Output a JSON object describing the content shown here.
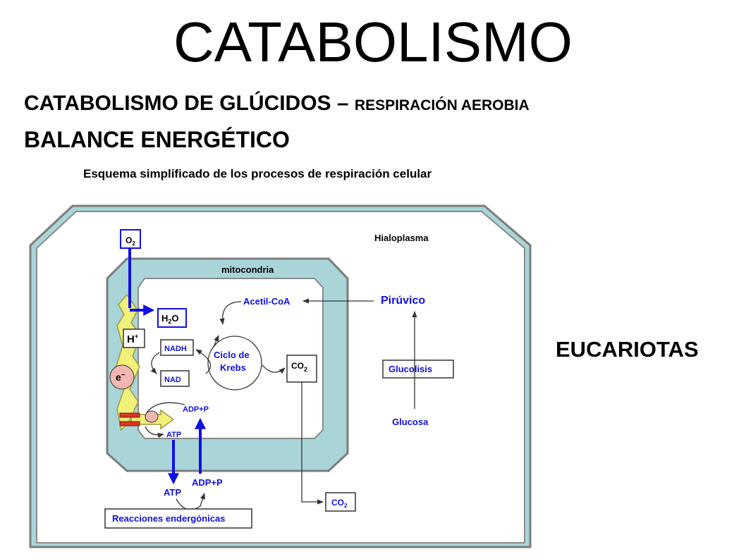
{
  "title": "CATABOLISMO",
  "subtitle": {
    "main": "CATABOLISMO DE GLÚCIDOS – ",
    "small": "RESPIRACIÓN AEROBIA"
  },
  "subtitle2": "BALANCE ENERGÉTICO",
  "side_label": "EUCARIOTAS",
  "diagram": {
    "caption": "Esquema simplificado de los procesos de respiración celular",
    "hialoplasma": "Hialoplasma",
    "mitocondria": "mitocondria",
    "o2_base": "O",
    "o2_sub": "2",
    "h2o_a": "H",
    "h2o_sub": "2",
    "h2o_b": "O",
    "hplus": "H",
    "hplus_sup": "+",
    "eminus": "e",
    "eminus_sup": "−",
    "nadh": "NADH",
    "nad": "NAD",
    "acetil": "Acetil-CoA",
    "piruvico": "Pirúvico",
    "ciclo1": "Ciclo de",
    "ciclo2": "Krebs",
    "co2_base": "CO",
    "co2_sub": "2",
    "glucolisis": "Glucolisis",
    "glucosa": "Glucosa",
    "adp_inner": "ADP+P",
    "atp_inner": "ATP",
    "atp_outer": "ATP",
    "adp_outer": "ADP+P",
    "co2_out_base": "CO",
    "co2_out_sub": "2",
    "reacciones": "Reacciones endergónicas"
  },
  "colors": {
    "cell_fill": "#a9d5d9",
    "border": "#7c7c7c",
    "blue": "#1010e6",
    "yellow": "#f0f07a",
    "pink": "#f3b7b1",
    "red": "#d9381e"
  }
}
